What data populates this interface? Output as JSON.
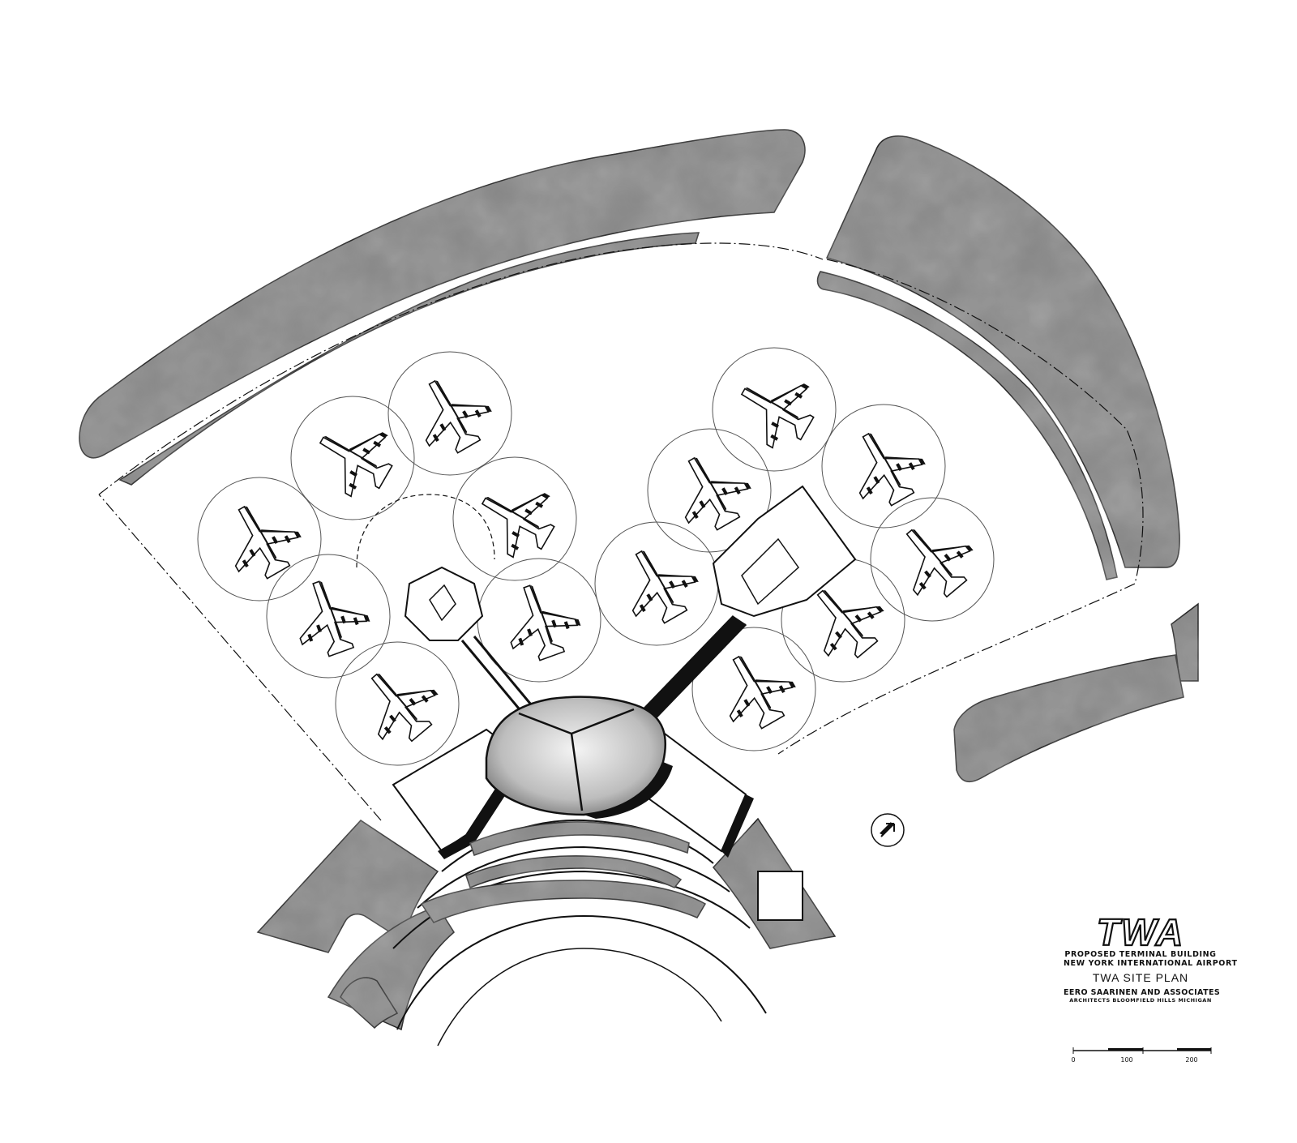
{
  "logo": {
    "text": "TWA"
  },
  "title_block": {
    "line1": "PROPOSED   TERMINAL   BUILDING",
    "line2": "NEW YORK INTERNATIONAL AIRPORT",
    "title": "TWA SITE PLAN",
    "firm": "EERO SAARINEN AND ASSOCIATES",
    "firm_sub": "ARCHITECTS    BLOOMFIELD HILLS    MICHIGAN"
  },
  "scale_bar": {
    "labels": [
      "0",
      "100",
      "200"
    ]
  },
  "north_arrow": {
    "icon": "north-arrow-icon"
  },
  "colors": {
    "fill": "#8a8a8a",
    "ink": "#111111",
    "paper": "#ffffff"
  }
}
